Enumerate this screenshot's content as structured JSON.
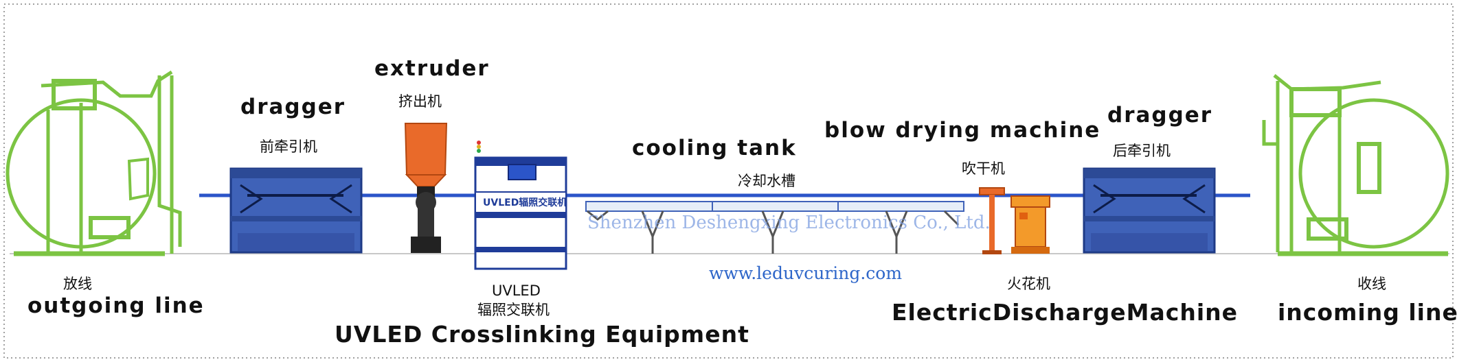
{
  "labels": {
    "outgoing_cn": "放线",
    "outgoing_en": "outgoing line",
    "dragger_front_en": "dragger",
    "dragger_front_cn": "前牵引机",
    "extruder_en": "extruder",
    "extruder_cn": "挤出机",
    "uvled_machine_text": "UVLED辐照交联机",
    "uvled_en": "UVLED",
    "uvled_cn": "辐照交联机",
    "uvled_equipment_en": "UVLED Crosslinking Equipment",
    "cooling_en": "cooling tank",
    "cooling_cn": "冷却水槽",
    "blow_en": "blow drying machine",
    "blow_cn": "吹干机",
    "spark_cn": "火花机",
    "spark_en": "ElectricDischargeMachine",
    "dragger_rear_en": "dragger",
    "dragger_rear_cn": "后牵引机",
    "incoming_cn": "收线",
    "incoming_en": "incoming line"
  },
  "watermark": {
    "company": "Shenzhen Deshengxing Electronics Co., Ltd.",
    "url": "www.leduvcuring.com"
  },
  "colors": {
    "frame": "#a0a0a0",
    "green": "#7cc443",
    "blue": "#3f62b8",
    "orange": "#e96a2a",
    "wire": "#2b55c9",
    "tank": "#e6eef8"
  }
}
